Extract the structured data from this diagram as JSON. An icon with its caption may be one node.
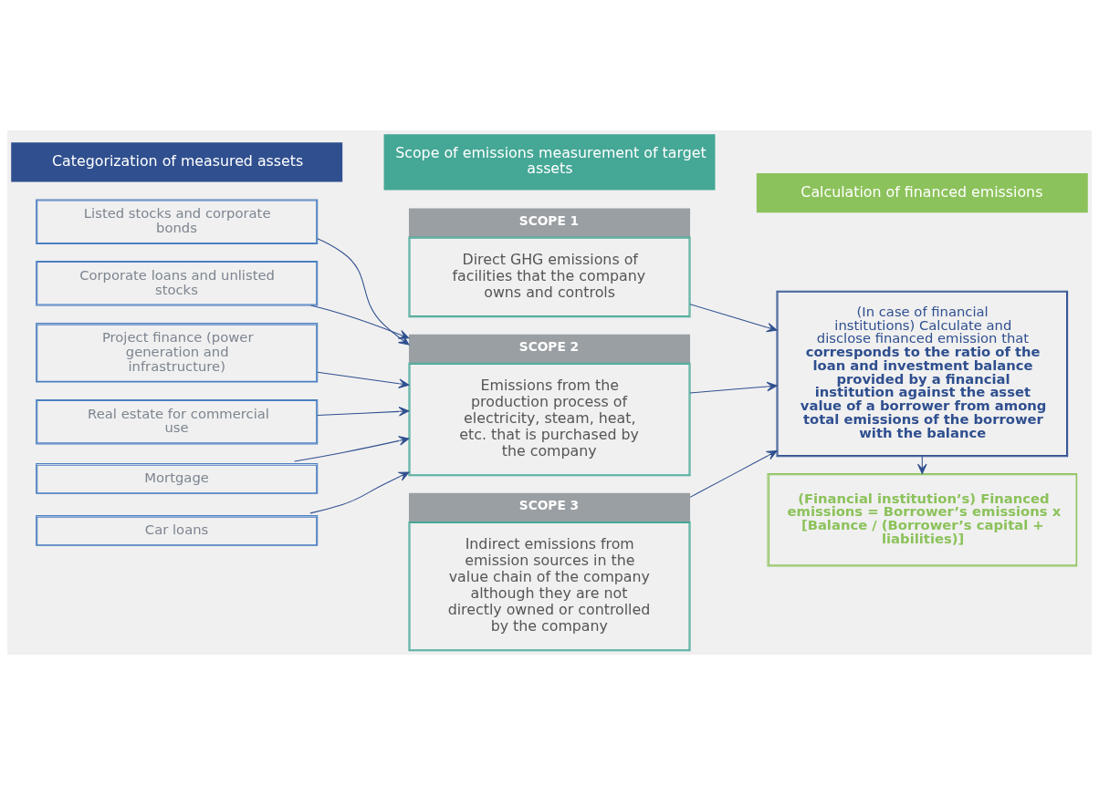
{
  "diagram": {
    "nodes": [
      {
        "text": [
          "Categorization of measured assets"
        ]
      },
      {
        "text": [
          "Scope of emissions measurement of target assets"
        ]
      },
      {
        "text": [
          "Calculation of financed emissions"
        ]
      },
      {
        "text": [
          "Listed stocks and corporate bonds"
        ]
      },
      {
        "text": [
          "Corporate loans and unlisted stocks"
        ]
      },
      {
        "text": [
          "Project finance (power generation and infrastructure)"
        ]
      },
      {
        "text": [
          "Real estate for commercial use"
        ]
      },
      {
        "text": [
          "Mortgage"
        ]
      },
      {
        "text": [
          "Car loans"
        ]
      },
      {
        "text": [
          "SCOPE 1",
          "Direct GHG emissions of facilities that the company owns and controls"
        ]
      },
      {
        "text": [
          "SCOPE 2",
          "Emissions from the production process of electricity, steam, heat, etc. that is purchased by the company"
        ]
      },
      {
        "text": [
          "SCOPE 3",
          "Indirect emissions from emission sources in the value chain of the company although they are not directly owned or controlled by the company"
        ]
      },
      {
        "text": [
          "(In case of financial institutions) Calculate and disclose financed emission that **corresponds to the ratio of the loan and investment balance provided by a financial institution against the asset value of a borrower from among total emissions of the borrower with the balance**"
        ]
      },
      {
        "text": [
          "(Financial institution’s) Financed emissions = Borrower’s emissions x [Balance / (Borrower’s capital + liabilities)]"
        ]
      }
    ],
    "edges": [
      {
        "from": 3,
        "to": 10,
        "arrow": "to"
      },
      {
        "from": 4,
        "to": 10,
        "arrow": "to"
      },
      {
        "from": 5,
        "to": 10,
        "arrow": "to"
      },
      {
        "from": 6,
        "to": 10,
        "arrow": "to"
      },
      {
        "from": 7,
        "to": 10,
        "arrow": "to"
      },
      {
        "from": 8,
        "to": 10,
        "arrow": "to"
      },
      {
        "from": 9,
        "to": 12,
        "arrow": "to"
      },
      {
        "from": 10,
        "to": 12,
        "arrow": "to"
      },
      {
        "from": 11,
        "to": 12,
        "arrow": "to"
      },
      {
        "from": 12,
        "to": 13,
        "arrow": "to"
      }
    ]
  }
}
